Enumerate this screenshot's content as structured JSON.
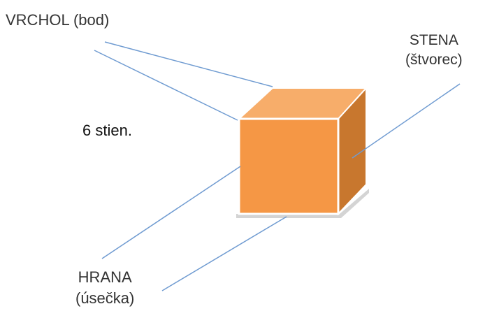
{
  "labels": {
    "vertex": "VRCHOL (bod)",
    "face_line1": "STENA",
    "face_line2": "(štvorec)",
    "edge_line1": "HRANA",
    "edge_line2": "(úsečka)",
    "fragment": "6 stien."
  },
  "colors": {
    "front_face": "#f59745",
    "top_face": "#f7ad6a",
    "side_face": "#c8772e",
    "edge_highlight": "#ffffff",
    "shadow": "#d4d4d4",
    "pointer_line": "#6f9bd1",
    "text": "#333333"
  }
}
